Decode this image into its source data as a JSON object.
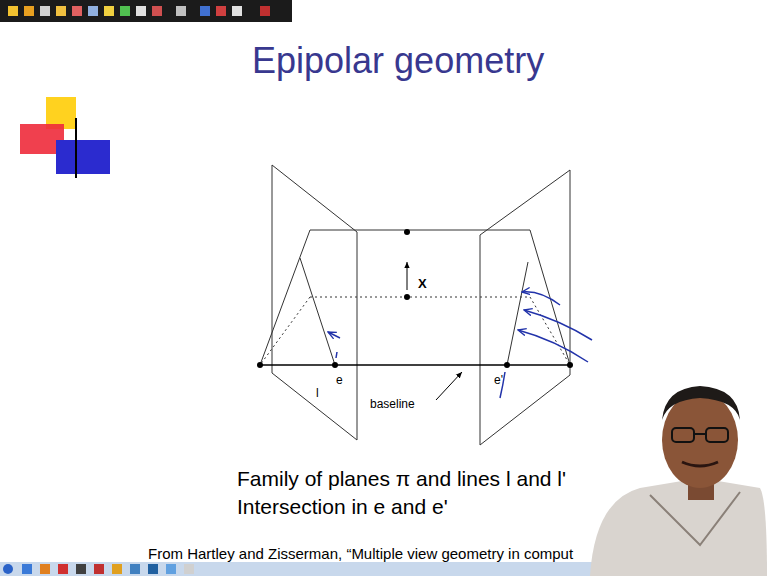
{
  "diagram": {
    "title": "Epipolar geometry",
    "caption": "Family of planes π and lines l and l' Intersection in e and e'",
    "labels": [
      "X",
      "l",
      "e",
      "e'",
      "baseline",
      "From Hartley and Zisserman, “Multiple view geometry in comput"
    ]
  }
}
